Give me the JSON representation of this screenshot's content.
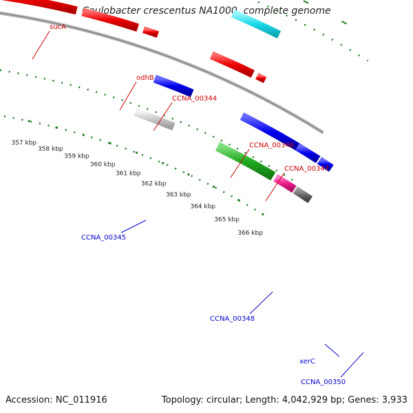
{
  "title": "Caulobacter crescentus NA1000, complete genome",
  "footer": {
    "accession": "Accession: NC_011916",
    "summary": "Topology: circular; Length: 4,042,929 bp; Genes: 3,933"
  },
  "colors": {
    "backbone": "#8a8a8a",
    "tick": "#1f7a1f",
    "label_forward": "#cc0000",
    "label_reverse": "#0000cc"
  },
  "ticks": [
    {
      "label": "357 kbp"
    },
    {
      "label": "358 kbp"
    },
    {
      "label": "359 kbp"
    },
    {
      "label": "360 kbp"
    },
    {
      "label": "361 kbp"
    },
    {
      "label": "362 kbp"
    },
    {
      "label": "363 kbp"
    },
    {
      "label": "364 kbp"
    },
    {
      "label": "365 kbp"
    },
    {
      "label": "366 kbp"
    }
  ],
  "genes": [
    {
      "name": "sucA",
      "strand": "forward"
    },
    {
      "name": "odhB",
      "strand": "forward"
    },
    {
      "name": "CCNA_00344",
      "strand": "forward"
    },
    {
      "name": "CCNA_00346",
      "strand": "forward"
    },
    {
      "name": "CCNA_00347",
      "strand": "forward"
    },
    {
      "name": "CCNA_00345",
      "strand": "reverse"
    },
    {
      "name": "CCNA_00348",
      "strand": "reverse"
    },
    {
      "name": "xerC",
      "strand": "reverse"
    },
    {
      "name": "CCNA_00350",
      "strand": "reverse"
    }
  ]
}
